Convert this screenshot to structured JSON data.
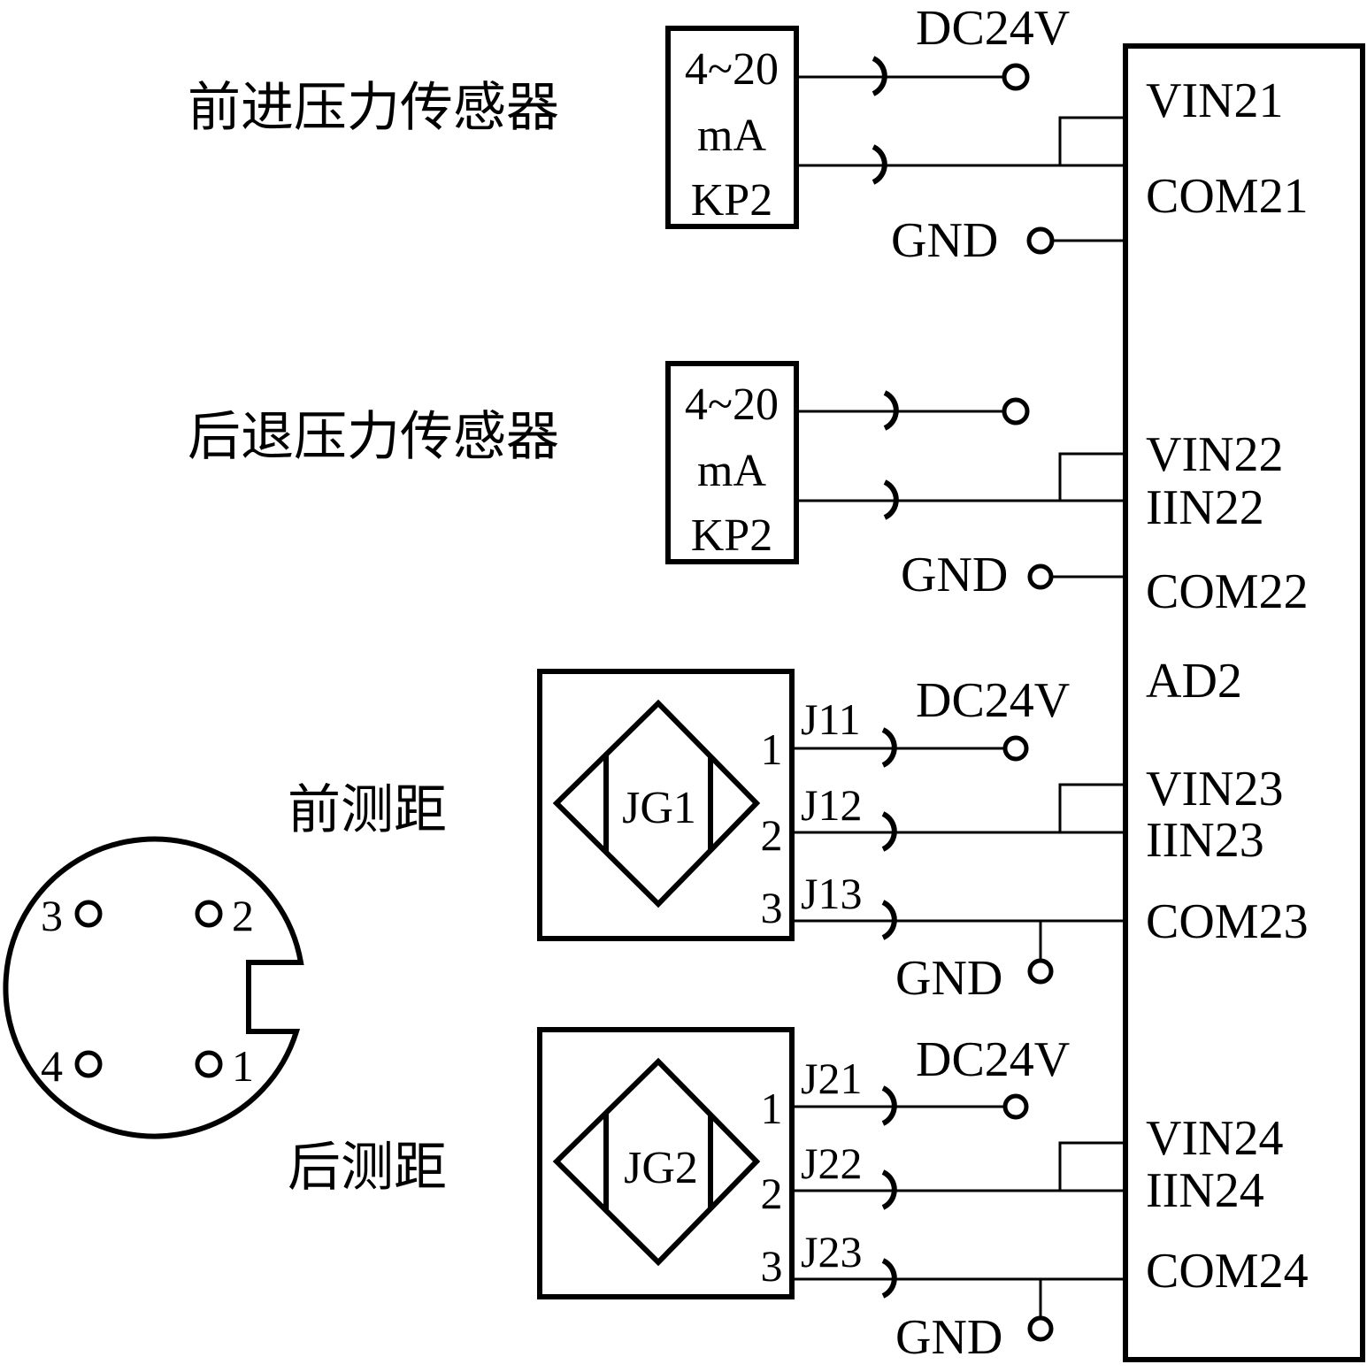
{
  "diagram": {
    "type": "wiring-diagram",
    "colors": {
      "line": "#000000",
      "background": "#ffffff"
    },
    "module": {
      "name": "AD2",
      "pins": [
        "VIN21",
        "COM21",
        "VIN22",
        "IIN22",
        "COM22",
        "AD2",
        "VIN23",
        "IIN23",
        "COM23",
        "VIN24",
        "IIN24",
        "COM24"
      ]
    },
    "sensors": [
      {
        "title": "前进压力传感器",
        "box_lines": [
          "4~20",
          "mA",
          "KP2"
        ],
        "supply": "DC24V",
        "gnd": "GND"
      },
      {
        "title": "后退压力传感器",
        "box_lines": [
          "4~20",
          "mA",
          "KP2"
        ],
        "supply": "",
        "gnd": "GND"
      }
    ],
    "rangefinders": [
      {
        "title": "前测距",
        "symbol": "JG1",
        "pin_numbers": [
          "1",
          "2",
          "3"
        ],
        "connectors": [
          "J11",
          "J12",
          "J13"
        ],
        "supply": "DC24V",
        "gnd": "GND"
      },
      {
        "title": "后测距",
        "symbol": "JG2",
        "pin_numbers": [
          "1",
          "2",
          "3"
        ],
        "connectors": [
          "J21",
          "J22",
          "J23"
        ],
        "supply": "DC24V",
        "gnd": "GND"
      }
    ],
    "connector_face": {
      "pins": [
        "1",
        "2",
        "3",
        "4"
      ]
    }
  }
}
